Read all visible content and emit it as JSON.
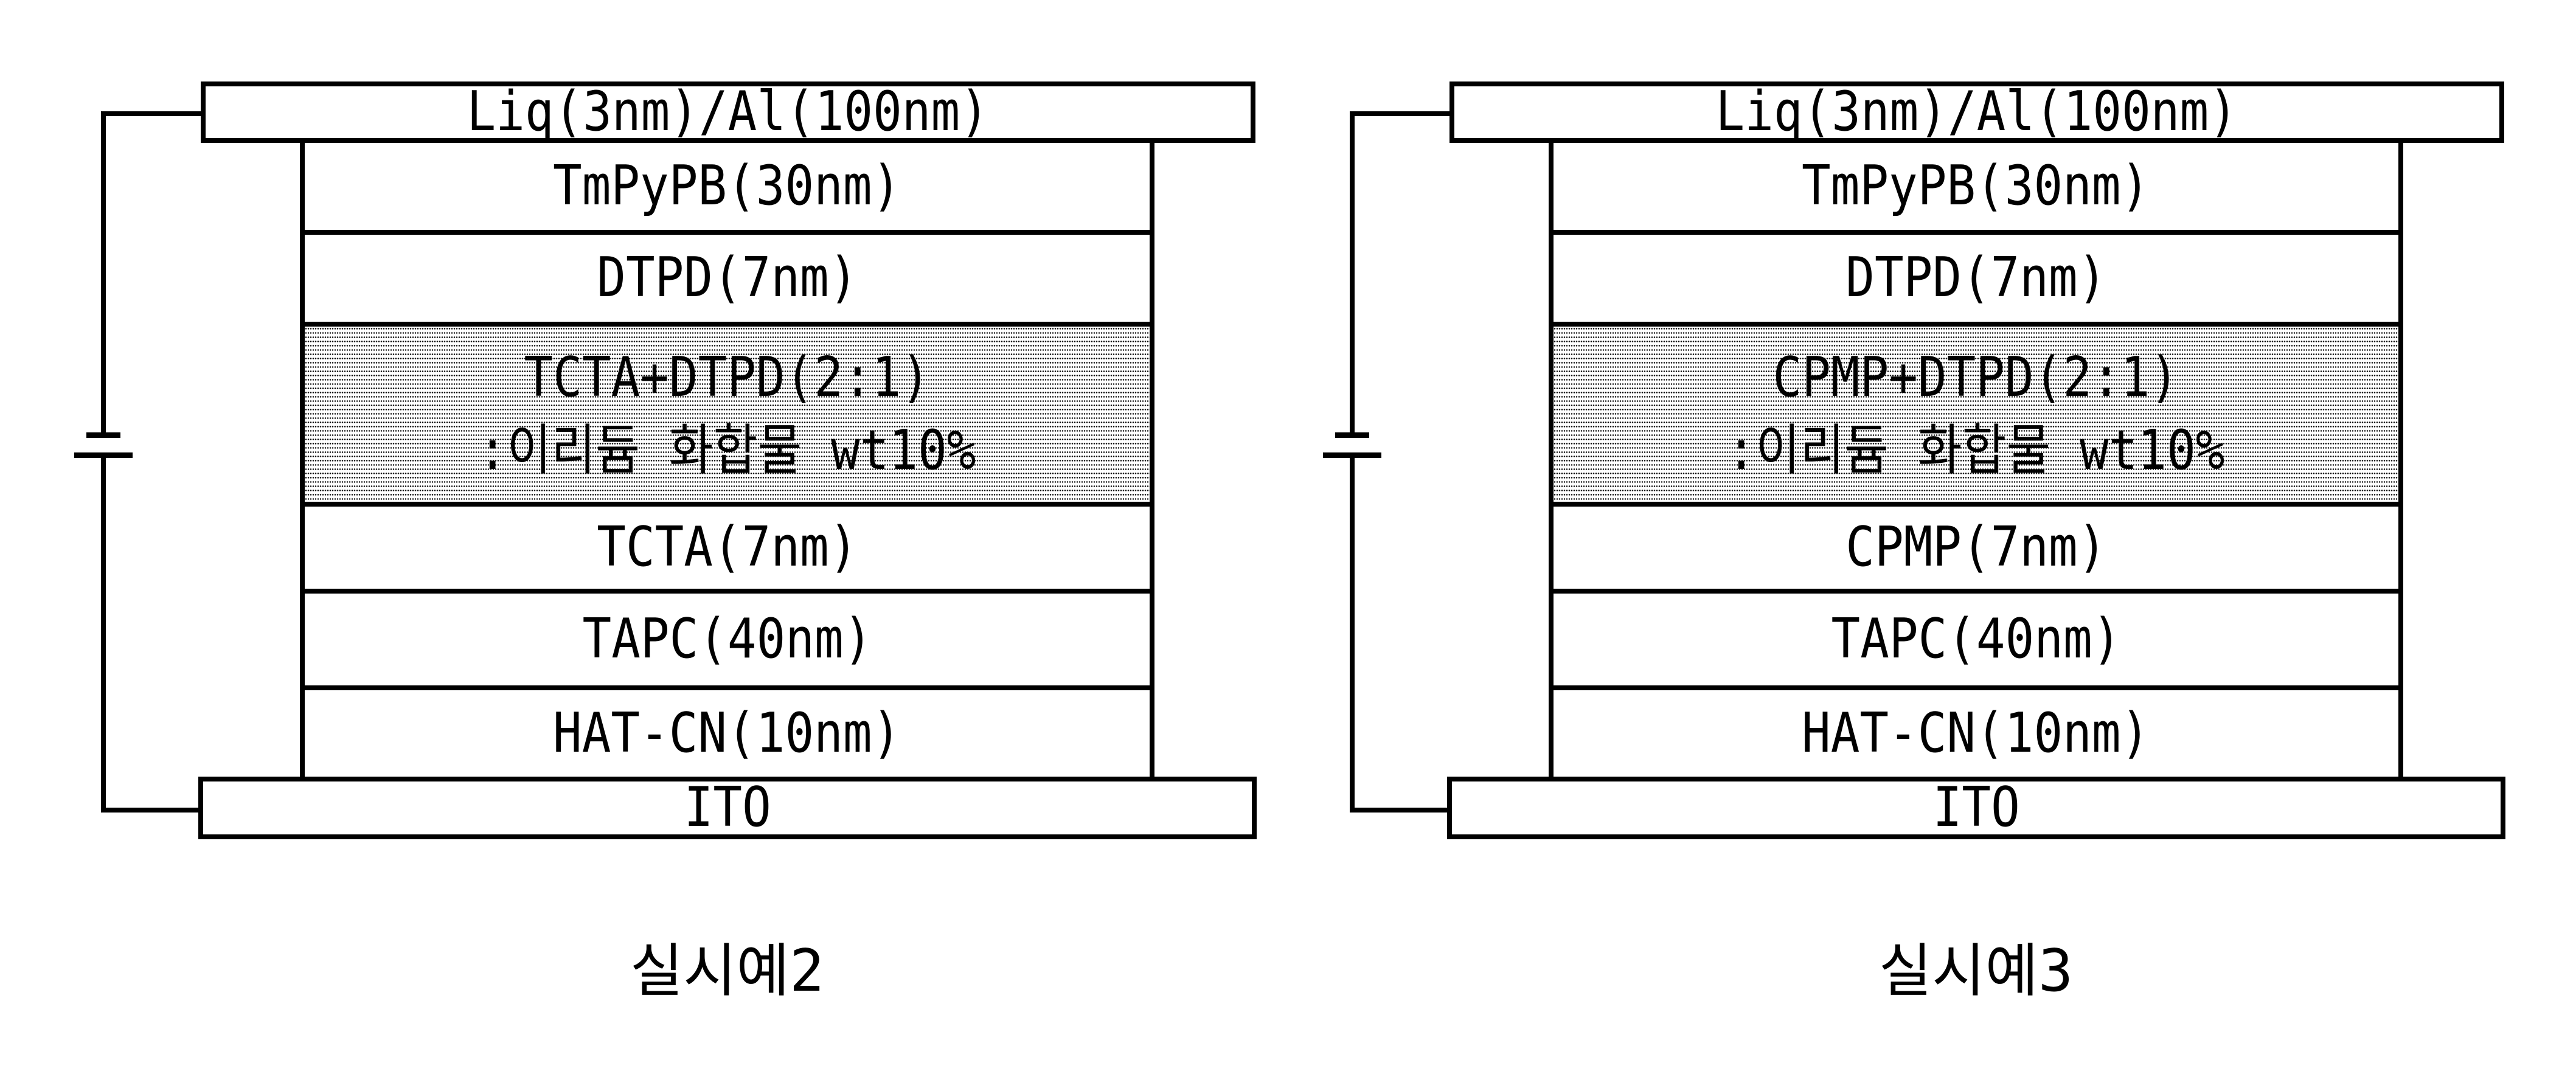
{
  "figure": {
    "background_color": "#ffffff",
    "line_color": "#000000",
    "emission_layer_fill": "dotted-halftone"
  },
  "diagrams": [
    {
      "caption": "실시예2",
      "layers": {
        "cathode": "Liq(3nm)/Al(100nm)",
        "electron_transport": "TmPyPB(30nm)",
        "exciton_block": "DTPD(7nm)",
        "emission_line1": "TCTA+DTPD(2:1)",
        "emission_line2": ":이리듐 화합물 wt10%",
        "hole_transport": "TCTA(7nm)",
        "hole_transport2": "TAPC(40nm)",
        "hole_injection": "HAT-CN(10nm)",
        "anode": "ITO"
      }
    },
    {
      "caption": "실시예3",
      "layers": {
        "cathode": "Liq(3nm)/Al(100nm)",
        "electron_transport": "TmPyPB(30nm)",
        "exciton_block": "DTPD(7nm)",
        "emission_line1": "CPMP+DTPD(2:1)",
        "emission_line2": ":이리듐 화합물 wt10%",
        "hole_transport": "CPMP(7nm)",
        "hole_transport2": "TAPC(40nm)",
        "hole_injection": "HAT-CN(10nm)",
        "anode": "ITO"
      }
    }
  ]
}
